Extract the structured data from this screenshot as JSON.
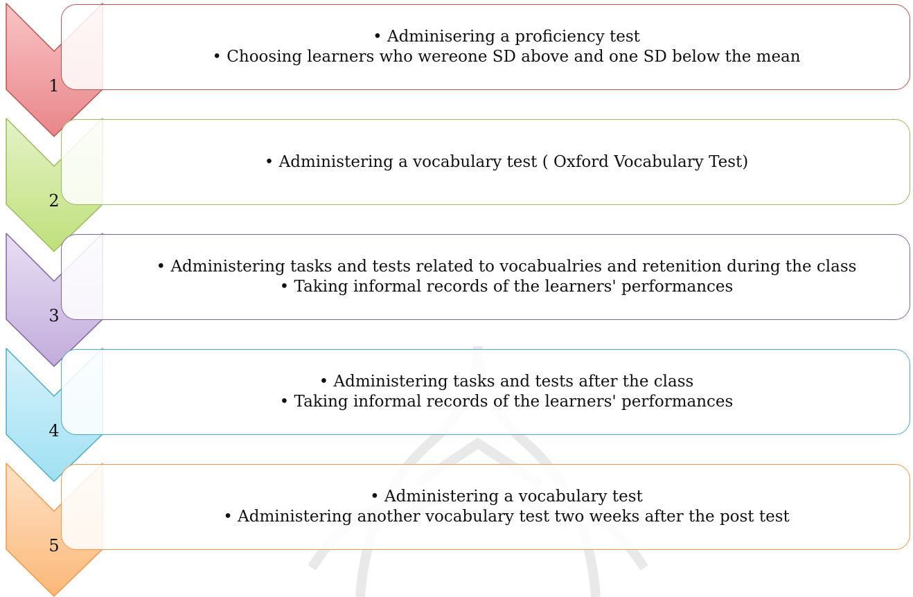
{
  "steps": [
    {
      "number": "1",
      "colors": {
        "border": "#c0504d",
        "fill_top": "#f9c4c4",
        "fill_bottom": "#e8868a"
      },
      "bullets": [
        "Adminisering a proficiency test",
        "Choosing learners who wereone SD above and one SD below the mean"
      ]
    },
    {
      "number": "2",
      "colors": {
        "border": "#9bbb59",
        "fill_top": "#e5f2c8",
        "fill_bottom": "#bfe07a"
      },
      "bullets": [
        "Administering a vocabulary test ( Oxford Vocabulary Test)"
      ]
    },
    {
      "number": "3",
      "colors": {
        "border": "#8064a2",
        "fill_top": "#e8dff2",
        "fill_bottom": "#c2acdc"
      },
      "bullets": [
        "Administering tasks and tests related to vocabualries and retenition during the class",
        "Taking informal records of the learners' performances"
      ]
    },
    {
      "number": "4",
      "colors": {
        "border": "#4bacc6",
        "fill_top": "#d8f2fb",
        "fill_bottom": "#9fe0f2"
      },
      "bullets": [
        "Administering tasks and tests after the class",
        "Taking informal records of the learners' performances"
      ]
    },
    {
      "number": "5",
      "colors": {
        "border": "#f79646",
        "fill_top": "#fde2c7",
        "fill_bottom": "#fbb878"
      },
      "bullets": [
        "Administering a vocabulary test",
        "Administering another vocabulary test two weeks after the post test"
      ]
    }
  ]
}
